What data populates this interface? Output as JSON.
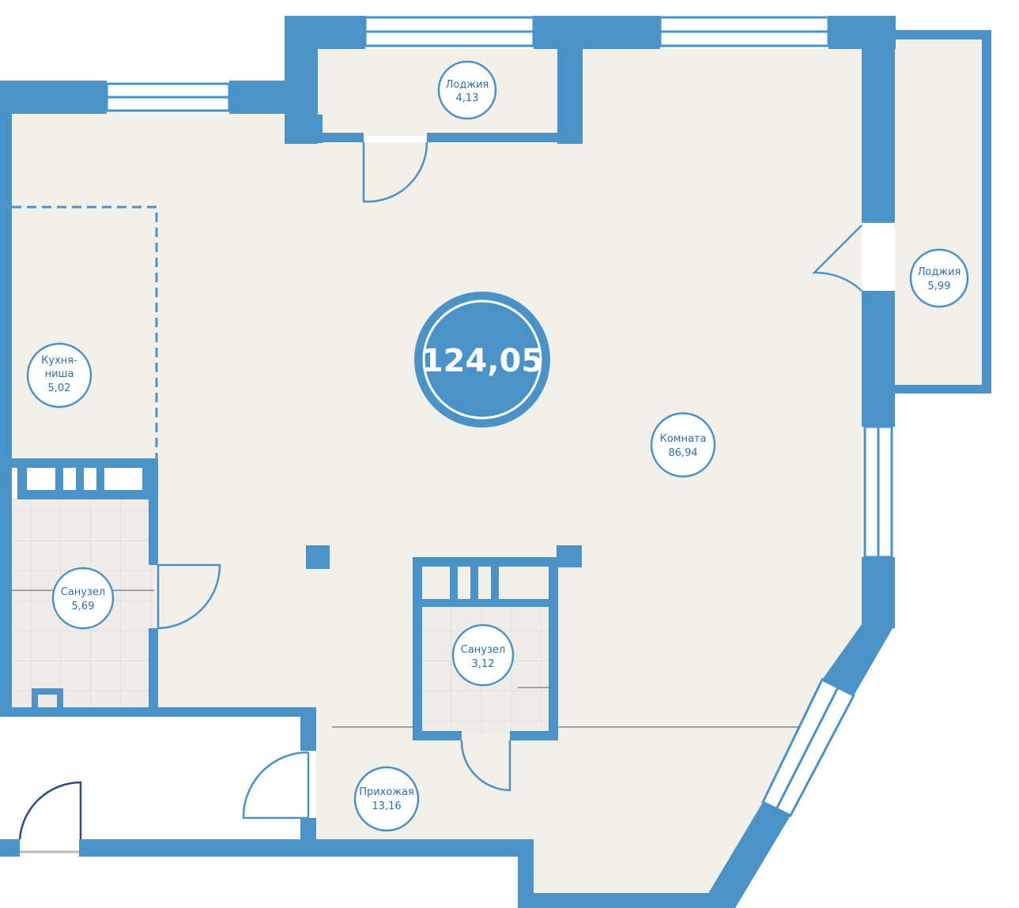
{
  "total_area": "124,05",
  "colors": {
    "wall": "#4a93c9",
    "floor": "#f3efe9",
    "tile": "#ece9e4",
    "label_ring": "#4a93c9",
    "label_text": "#2e6fa8",
    "door": "#4a93c9",
    "entry_door": "#2e4a86"
  },
  "rooms": [
    {
      "id": "loggia-top",
      "name": "Лоджия",
      "area": "4,13"
    },
    {
      "id": "loggia-right",
      "name": "Лоджия",
      "area": "5,99"
    },
    {
      "id": "kitchen",
      "name_line1": "Кухня-",
      "name_line2": "ниша",
      "area": "5,02"
    },
    {
      "id": "living",
      "name": "Комната",
      "area": "86,94"
    },
    {
      "id": "bath-left",
      "name": "Санузел",
      "area": "5,69"
    },
    {
      "id": "bath-center",
      "name": "Санузел",
      "area": "3,12"
    },
    {
      "id": "hallway",
      "name": "Прихожая",
      "area": "13,16"
    }
  ]
}
